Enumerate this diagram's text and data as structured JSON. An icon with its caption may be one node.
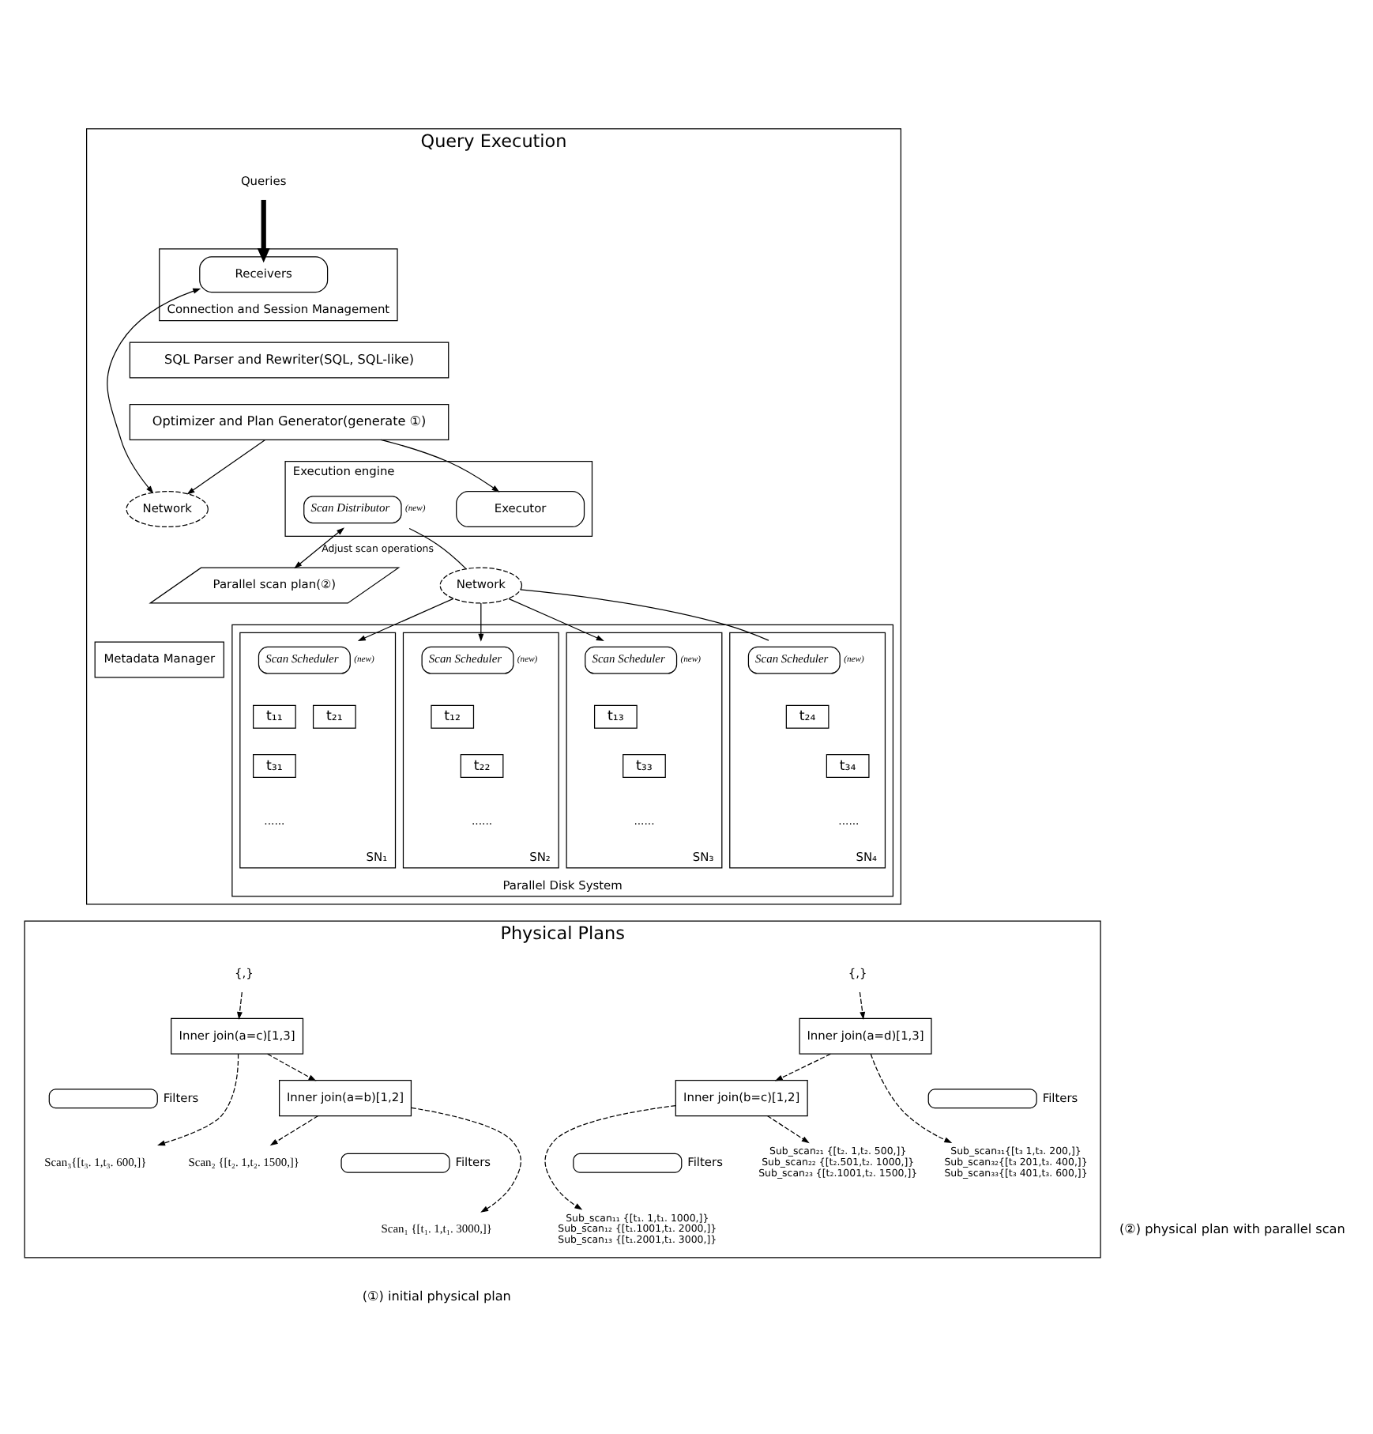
{
  "diagram": {
    "nodes": [
      {
        "text": [
          "Query Execution"
        ]
      },
      {
        "text": [
          "Queries"
        ],
        "in": 0
      },
      {
        "text": [
          "Connection and Session Management"
        ],
        "in": 0
      },
      {
        "text": [
          "Receivers"
        ],
        "in": 2
      },
      {
        "text": [
          "Network"
        ],
        "in": 0
      },
      {
        "text": [
          "SQL Parser and Rewriter(SQL, SQL-like)"
        ],
        "in": 0
      },
      {
        "text": [
          "Optimizer and Plan Generator(generate ①)"
        ],
        "in": 0
      },
      {
        "text": [
          "Parallel scan plan(②)"
        ],
        "in": 0
      },
      {
        "text": [
          "Execution engine"
        ],
        "in": 0
      },
      {
        "text": [
          "Executor"
        ],
        "in": 8
      },
      {
        "text": [
          "Scan Distributor"
        ],
        "in": 8,
        "beside": [
          "(new)"
        ]
      },
      {
        "text": [
          "Metadata Manager"
        ],
        "in": 0
      },
      {
        "text": [
          "Network"
        ],
        "in": 0
      },
      {
        "text": [
          "Parallel Disk System"
        ],
        "in": 0
      },
      {
        "text": [
          "SN₁"
        ],
        "in": 13
      },
      {
        "text": [
          "Scan Scheduler"
        ],
        "in": 14,
        "beside": [
          "(new)"
        ]
      },
      {
        "text": [
          "t₁₁"
        ],
        "in": 14
      },
      {
        "text": [
          "t₂₁"
        ],
        "in": 14
      },
      {
        "text": [
          "t₃₁"
        ],
        "in": 14
      },
      {
        "text": [
          "SN₂"
        ],
        "in": 13
      },
      {
        "text": [
          "Scan Scheduler"
        ],
        "in": 19,
        "beside": [
          "(new)"
        ]
      },
      {
        "text": [
          "t₁₂"
        ],
        "in": 19
      },
      {
        "text": [
          "t₂₂"
        ],
        "in": 19
      },
      {
        "text": [
          "SN₃"
        ],
        "in": 13
      },
      {
        "text": [
          "Scan Scheduler"
        ],
        "in": 23,
        "beside": [
          "(new)"
        ]
      },
      {
        "text": [
          "t₁₃"
        ],
        "in": 23
      },
      {
        "text": [
          "t₃₃"
        ],
        "in": 23
      },
      {
        "text": [
          "SN₄"
        ],
        "in": 13
      },
      {
        "text": [
          "Scan Scheduler"
        ],
        "in": 27,
        "beside": [
          "(new)"
        ]
      },
      {
        "text": [
          "t₂₄"
        ],
        "in": 27
      },
      {
        "text": [
          "t₃₄"
        ],
        "in": 27
      },
      {
        "text": [
          "Physical Plans"
        ]
      },
      {
        "text": [
          "{,}"
        ],
        "in": 31
      },
      {
        "text": [
          "Inner join(a=c)[1,3]"
        ],
        "in": 31
      },
      {
        "text": [
          "Filters"
        ],
        "in": 31
      },
      {
        "text": [
          "Inner join(a=b)[1,2]"
        ],
        "in": 31
      },
      {
        "text": [
          "Scan₃{[t₃. 1,t₃. 600,]}"
        ],
        "in": 31
      },
      {
        "text": [
          "Filters"
        ],
        "in": 31
      },
      {
        "text": [
          "Scan₁ {[t₁. 1,t₁. 3000,]}"
        ],
        "in": 31
      },
      {
        "text": [
          "Scan₂ {[t₂. 1,t₂. 1500,]}"
        ],
        "in": 31
      },
      {
        "text": [
          "{,}"
        ],
        "in": 31
      },
      {
        "text": [
          "Inner join(a=d)[1,3]"
        ],
        "in": 31
      },
      {
        "text": [
          "Filters"
        ],
        "in": 31
      },
      {
        "text": [
          "Inner join(b=c)[1,2]"
        ],
        "in": 31
      },
      {
        "text": [
          "Sub_scan₃₁{[t₃ 1,t₃. 200,]}",
          "Sub_scan₃₂{[t₃ 201,t₃. 400,]}",
          "Sub_scan₃₃{[t₃ 401,t₃. 600,]}"
        ],
        "in": 31
      },
      {
        "text": [
          "Filters"
        ],
        "in": 31
      },
      {
        "text": [
          "Sub_scan₁₁ {[t₁. 1,t₁. 1000,]}",
          "Sub_scan₁₂ {[t₁.1001,t₁. 2000,]}",
          "Sub_scan₁₃ {[t₁.2001,t₁. 3000,]}"
        ],
        "in": 31
      },
      {
        "text": [
          "Sub_scan₂₁ {[t₂. 1,t₂. 500,]}",
          "Sub_scan₂₂ {[t₂.501,t₂. 1000,]}",
          "Sub_scan₂₃ {[t₂.1001,t₂. 1500,]}"
        ],
        "in": 31
      }
    ],
    "edges": [
      {
        "from": 1,
        "to": 3,
        "arrow": "to",
        "style": "thick"
      },
      {
        "from": 4,
        "to": 3,
        "arrow": "both"
      },
      {
        "from": 6,
        "to": 4,
        "arrow": "to"
      },
      {
        "from": 6,
        "to": 9,
        "arrow": "to"
      },
      {
        "from": 10,
        "to": 7,
        "arrow": "both",
        "label": "Adjust scan operations"
      },
      {
        "from": 10,
        "to": 12,
        "arrow": "none"
      },
      {
        "from": 12,
        "to": 15,
        "arrow": "to"
      },
      {
        "from": 12,
        "to": 20,
        "arrow": "to"
      },
      {
        "from": 12,
        "to": 24,
        "arrow": "to"
      },
      {
        "from": 12,
        "to": 28,
        "arrow": "none"
      },
      {
        "from": 32,
        "to": 33,
        "arrow": "to",
        "style": "dashed"
      },
      {
        "from": 33,
        "to": 35,
        "arrow": "to",
        "style": "dashed"
      },
      {
        "from": 33,
        "to": 36,
        "arrow": "to",
        "style": "dashed"
      },
      {
        "from": 35,
        "to": 38,
        "arrow": "to",
        "style": "dashed"
      },
      {
        "from": 35,
        "to": 39,
        "arrow": "to",
        "style": "dashed"
      },
      {
        "from": 40,
        "to": 41,
        "arrow": "to",
        "style": "dashed"
      },
      {
        "from": 41,
        "to": 43,
        "arrow": "to",
        "style": "dashed"
      },
      {
        "from": 41,
        "to": 44,
        "arrow": "to",
        "style": "dashed"
      },
      {
        "from": 43,
        "to": 46,
        "arrow": "to",
        "style": "dashed"
      },
      {
        "from": 43,
        "to": 47,
        "arrow": "to",
        "style": "dashed"
      }
    ],
    "labels": [
      "......",
      "......",
      "......",
      "......",
      "(①) initial physical plan",
      "(②) physical plan with parallel scan"
    ]
  }
}
